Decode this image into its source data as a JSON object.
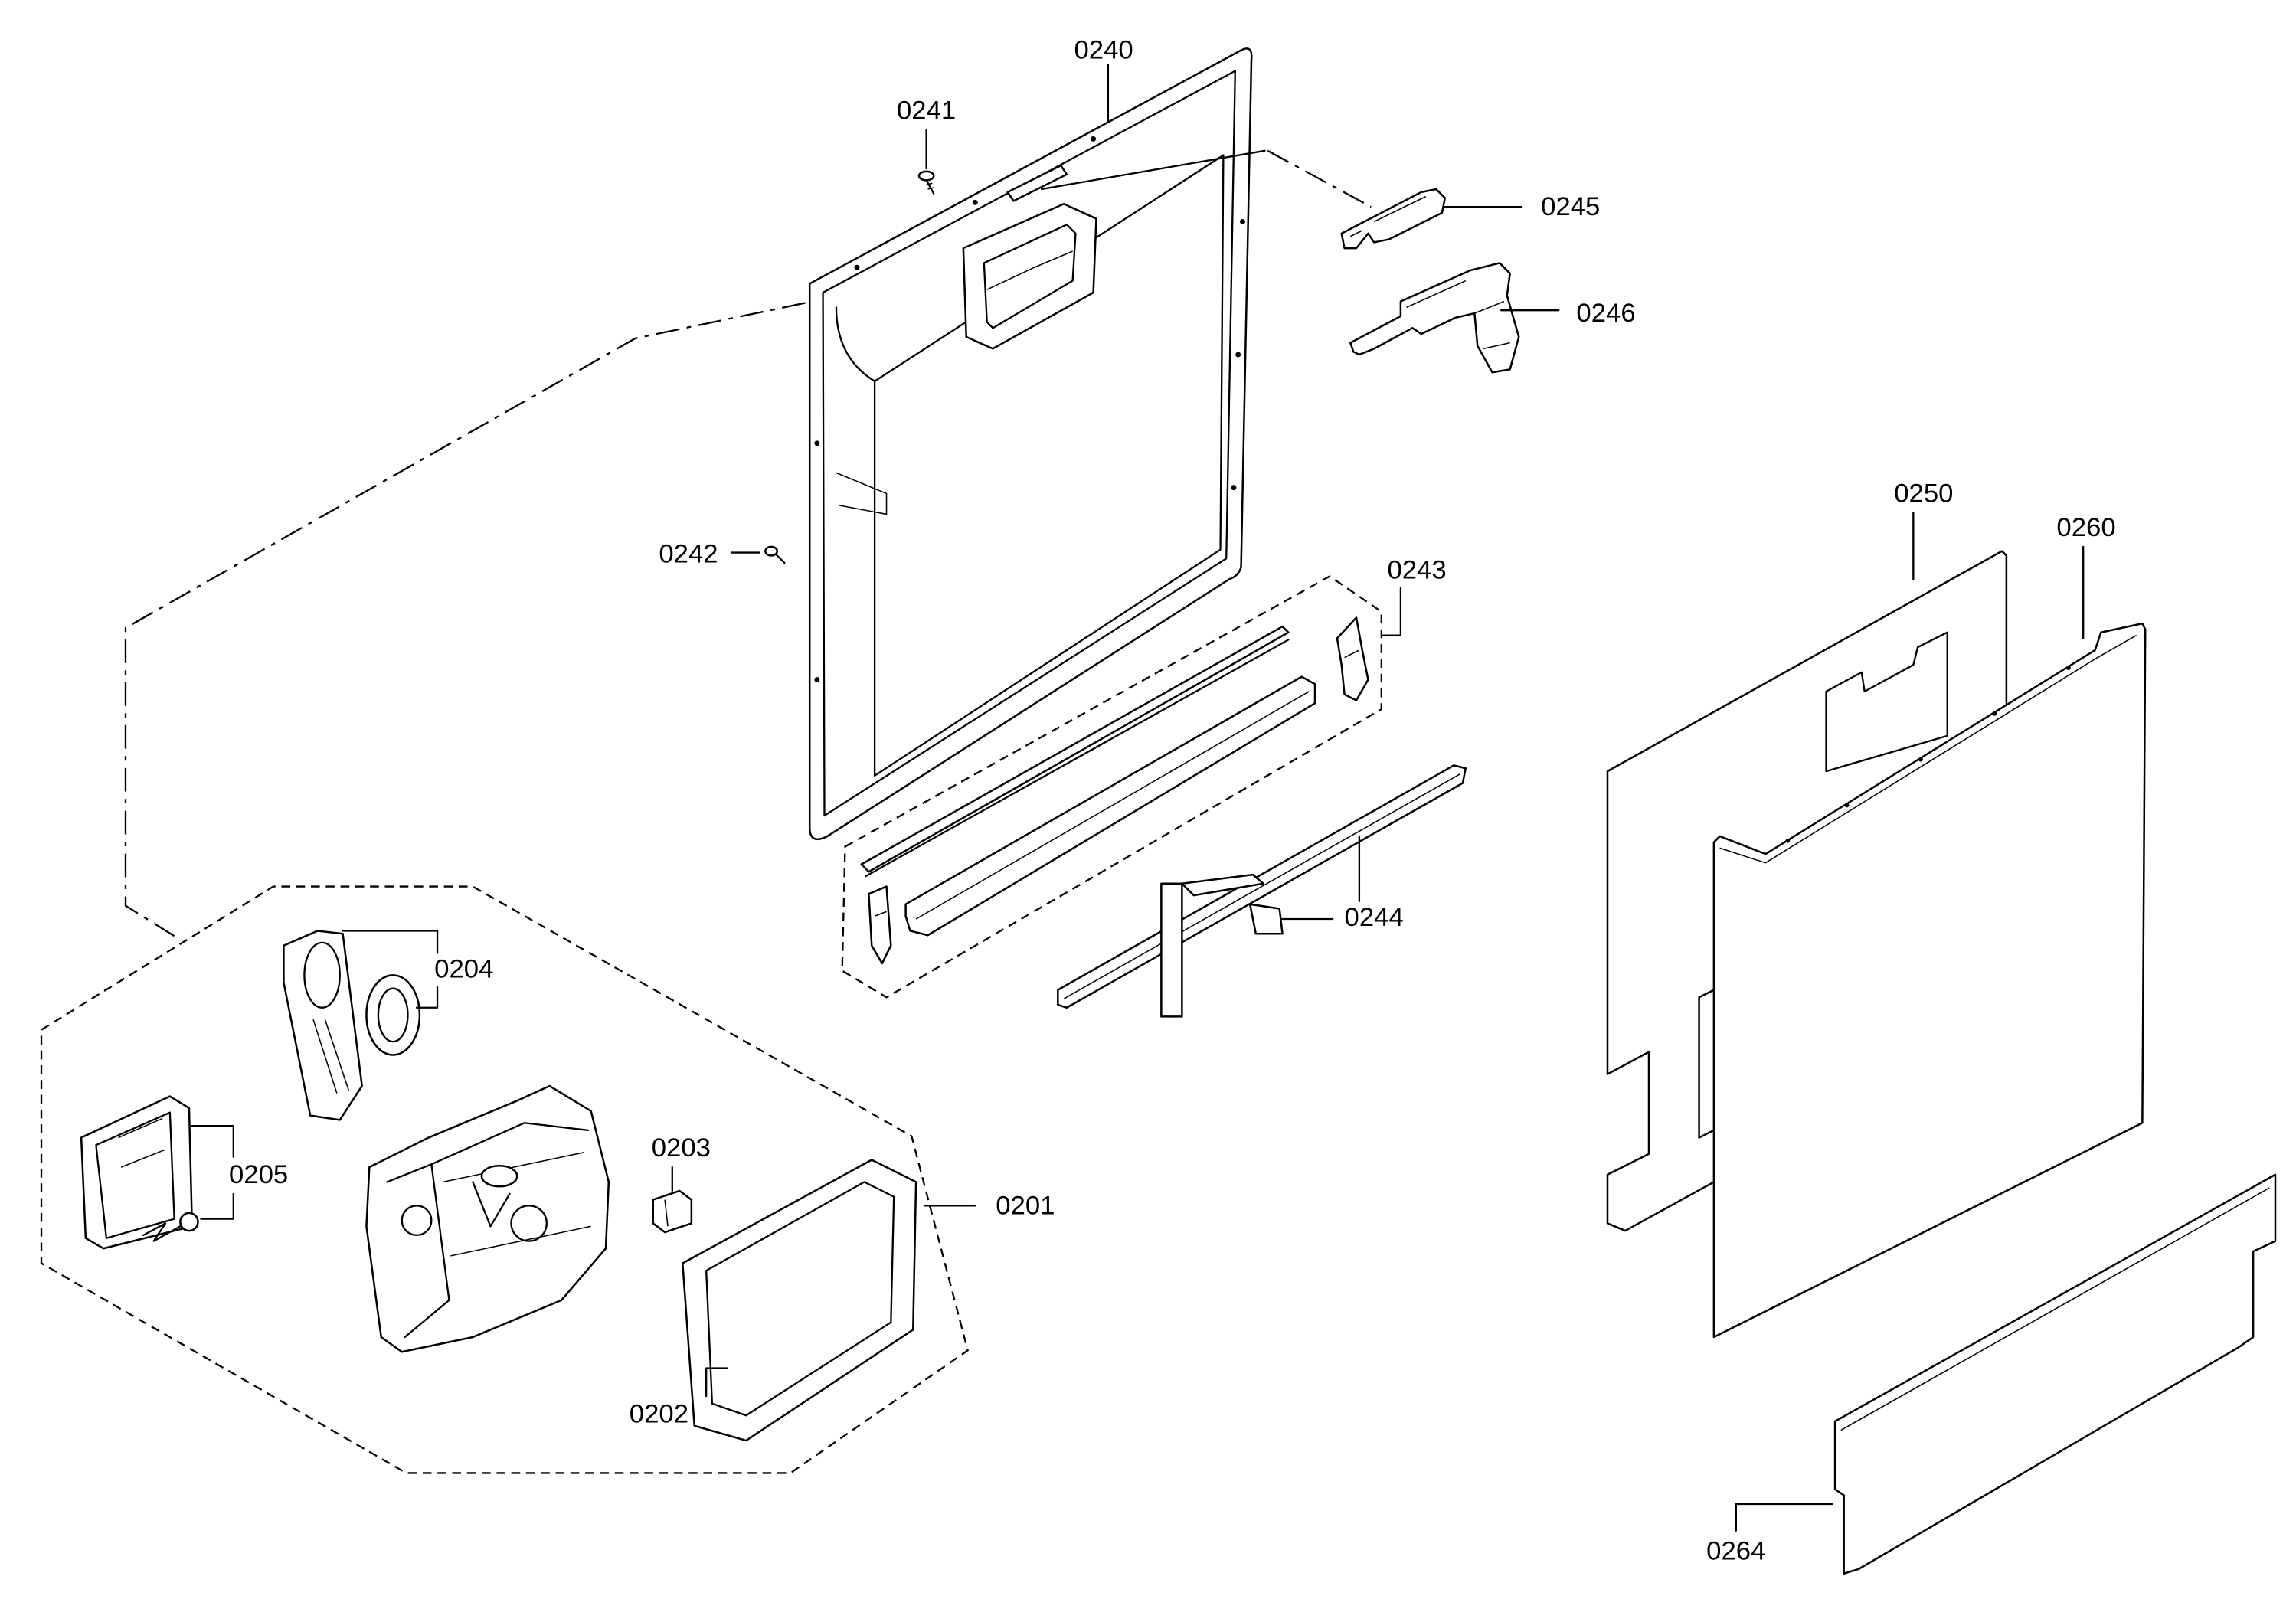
{
  "callouts": {
    "c0201": "0201",
    "c0202": "0202",
    "c0203": "0203",
    "c0204": "0204",
    "c0205": "0205",
    "c0240": "0240",
    "c0241": "0241",
    "c0242": "0242",
    "c0243": "0243",
    "c0244": "0244",
    "c0245": "0245",
    "c0246": "0246",
    "c0250": "0250",
    "c0260": "0260",
    "c0264": "0264"
  },
  "colors": {
    "line": "#000000",
    "background": "#ffffff"
  }
}
